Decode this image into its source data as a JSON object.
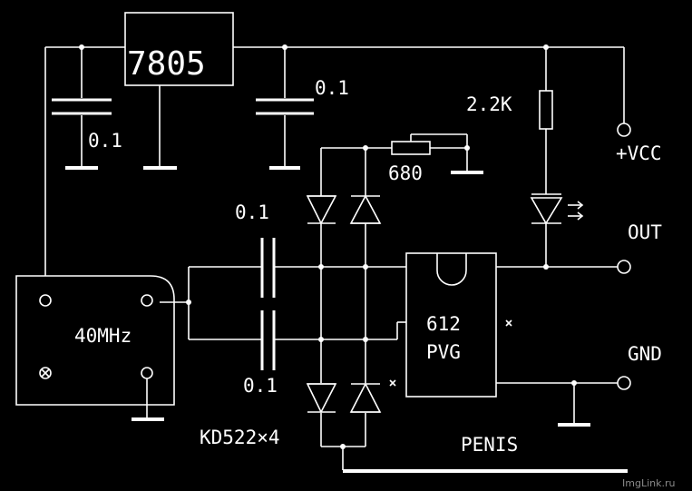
{
  "schematic": {
    "regulator": "7805",
    "cap_in": "0.1",
    "cap_out": "0.1",
    "cap_top": "0.1",
    "cap_bottom": "0.1",
    "resistor": "2.2K",
    "potentiometer": "680",
    "oscillator": "40MHz",
    "ic_line1": "612",
    "ic_line2": "PVG",
    "diodes": "KD522×4",
    "vcc": "+VCC",
    "out": "OUT",
    "gnd": "GND",
    "caption": "PENIS"
  },
  "watermark": "ImgLink.ru"
}
